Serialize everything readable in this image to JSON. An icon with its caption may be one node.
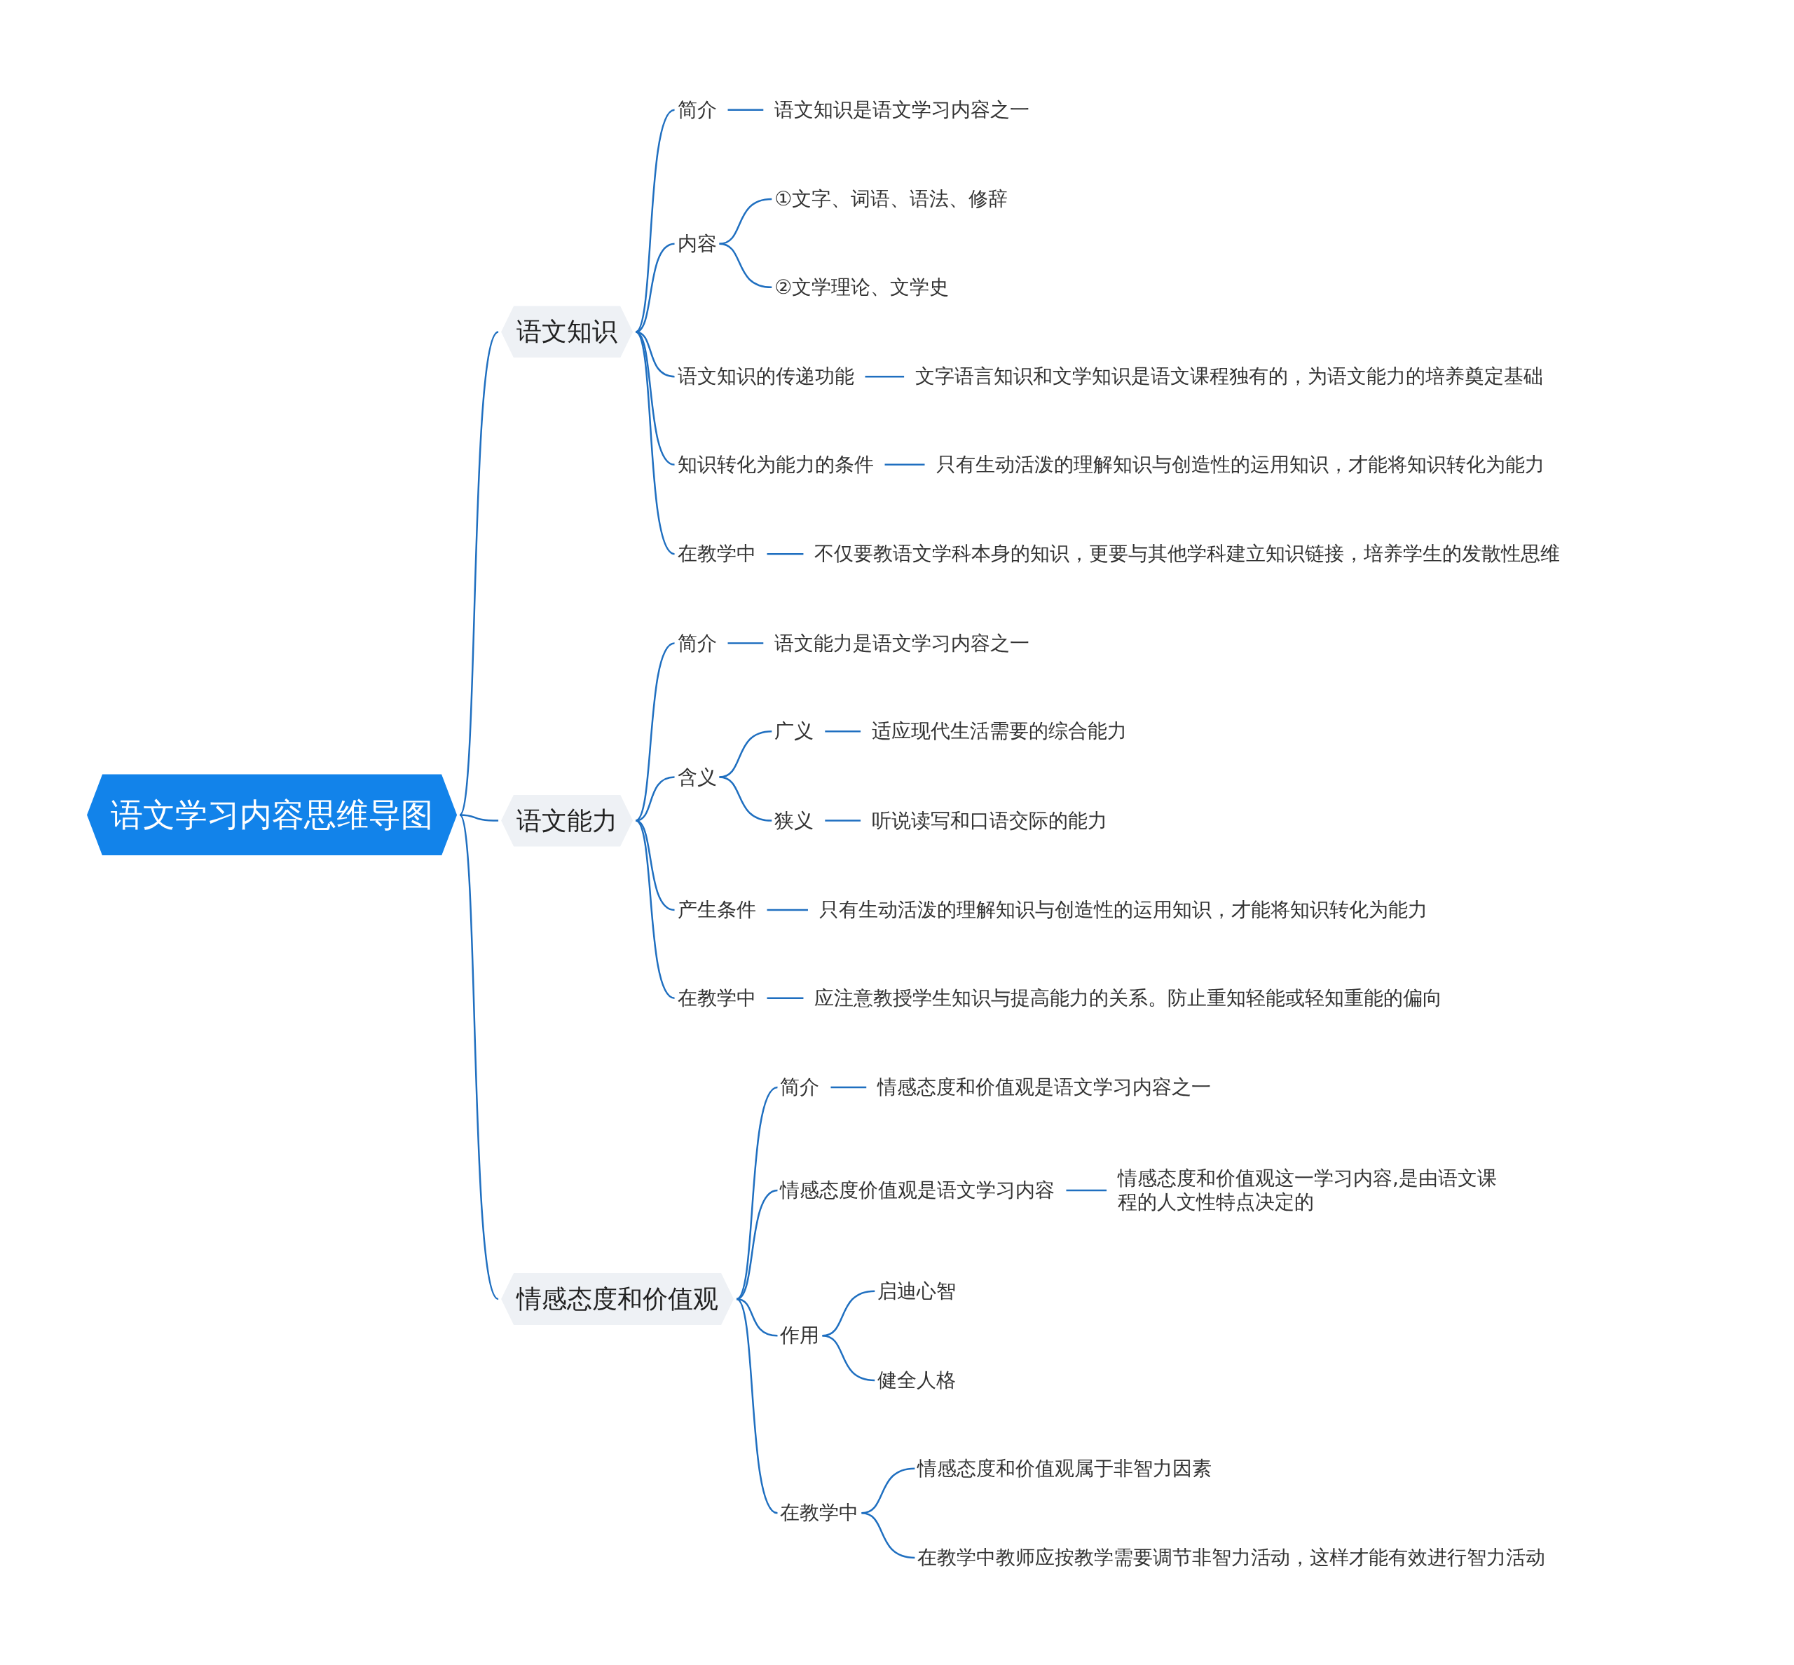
{
  "diagram": {
    "nodes": [
      {
        "text": [
          "语文学习内容思维导图"
        ]
      },
      {
        "text": [
          "语文知识"
        ]
      },
      {
        "text": [
          "简介"
        ]
      },
      {
        "text": [
          "语文知识是语文学习内容之一"
        ]
      },
      {
        "text": [
          "内容"
        ]
      },
      {
        "text": [
          "①文字、词语、语法、修辞"
        ]
      },
      {
        "text": [
          "②文学理论、文学史"
        ]
      },
      {
        "text": [
          "语文知识的传递功能"
        ]
      },
      {
        "text": [
          "文字语言知识和文学知识是语文课程独有的，为语文能力的培养奠定基础"
        ]
      },
      {
        "text": [
          "知识转化为能力的条件"
        ]
      },
      {
        "text": [
          "只有生动活泼的理解知识与创造性的运用知识，才能将知识转化为能力"
        ]
      },
      {
        "text": [
          "在教学中"
        ]
      },
      {
        "text": [
          "不仅要教语文学科本身的知识，更要与其他学科建立知识链接，培养学生的发散性思维"
        ]
      },
      {
        "text": [
          "语文能力"
        ]
      },
      {
        "text": [
          "简介"
        ]
      },
      {
        "text": [
          "语文能力是语文学习内容之一"
        ]
      },
      {
        "text": [
          "含义"
        ]
      },
      {
        "text": [
          "广义"
        ]
      },
      {
        "text": [
          "适应现代生活需要的综合能力"
        ]
      },
      {
        "text": [
          "狭义"
        ]
      },
      {
        "text": [
          "听说读写和口语交际的能力"
        ]
      },
      {
        "text": [
          "产生条件"
        ]
      },
      {
        "text": [
          "只有生动活泼的理解知识与创造性的运用知识，才能将知识转化为能力"
        ]
      },
      {
        "text": [
          "在教学中"
        ]
      },
      {
        "text": [
          "应注意教授学生知识与提高能力的关系。防止重知轻能或轻知重能的偏向"
        ]
      },
      {
        "text": [
          "情感态度和价值观"
        ]
      },
      {
        "text": [
          "简介"
        ]
      },
      {
        "text": [
          "情感态度和价值观是语文学习内容之一"
        ]
      },
      {
        "text": [
          "情感态度价值观是语文学习内容"
        ]
      },
      {
        "text": [
          "情感态度和价值观这一学习内容,是由语文课程的人文性特点决定的"
        ]
      },
      {
        "text": [
          "作用"
        ]
      },
      {
        "text": [
          "启迪心智"
        ]
      },
      {
        "text": [
          "健全人格"
        ]
      },
      {
        "text": [
          "在教学中"
        ]
      },
      {
        "text": [
          "情感态度和价值观属于非智力因素"
        ]
      },
      {
        "text": [
          "在教学中教师应按教学需要调节非智力活动，这样才能有效进行智力活动"
        ]
      }
    ],
    "edges": [
      {
        "from": 0,
        "to": 1,
        "arrow": "none"
      },
      {
        "from": 0,
        "to": 13,
        "arrow": "none"
      },
      {
        "from": 0,
        "to": 25,
        "arrow": "none"
      },
      {
        "from": 1,
        "to": 2,
        "arrow": "none"
      },
      {
        "from": 2,
        "to": 3,
        "arrow": "none"
      },
      {
        "from": 1,
        "to": 4,
        "arrow": "none"
      },
      {
        "from": 4,
        "to": 5,
        "arrow": "none"
      },
      {
        "from": 4,
        "to": 6,
        "arrow": "none"
      },
      {
        "from": 1,
        "to": 7,
        "arrow": "none"
      },
      {
        "from": 7,
        "to": 8,
        "arrow": "none"
      },
      {
        "from": 1,
        "to": 9,
        "arrow": "none"
      },
      {
        "from": 9,
        "to": 10,
        "arrow": "none"
      },
      {
        "from": 1,
        "to": 11,
        "arrow": "none"
      },
      {
        "from": 11,
        "to": 12,
        "arrow": "none"
      },
      {
        "from": 13,
        "to": 14,
        "arrow": "none"
      },
      {
        "from": 14,
        "to": 15,
        "arrow": "none"
      },
      {
        "from": 13,
        "to": 16,
        "arrow": "none"
      },
      {
        "from": 16,
        "to": 17,
        "arrow": "none"
      },
      {
        "from": 17,
        "to": 18,
        "arrow": "none"
      },
      {
        "from": 16,
        "to": 19,
        "arrow": "none"
      },
      {
        "from": 19,
        "to": 20,
        "arrow": "none"
      },
      {
        "from": 13,
        "to": 21,
        "arrow": "none"
      },
      {
        "from": 21,
        "to": 22,
        "arrow": "none"
      },
      {
        "from": 13,
        "to": 23,
        "arrow": "none"
      },
      {
        "from": 23,
        "to": 24,
        "arrow": "none"
      },
      {
        "from": 25,
        "to": 26,
        "arrow": "none"
      },
      {
        "from": 26,
        "to": 27,
        "arrow": "none"
      },
      {
        "from": 25,
        "to": 28,
        "arrow": "none"
      },
      {
        "from": 28,
        "to": 29,
        "arrow": "none"
      },
      {
        "from": 25,
        "to": 30,
        "arrow": "none"
      },
      {
        "from": 30,
        "to": 31,
        "arrow": "none"
      },
      {
        "from": 30,
        "to": 32,
        "arrow": "none"
      },
      {
        "from": 25,
        "to": 33,
        "arrow": "none"
      },
      {
        "from": 33,
        "to": 34,
        "arrow": "none"
      },
      {
        "from": 33,
        "to": 35,
        "arrow": "none"
      }
    ]
  }
}
